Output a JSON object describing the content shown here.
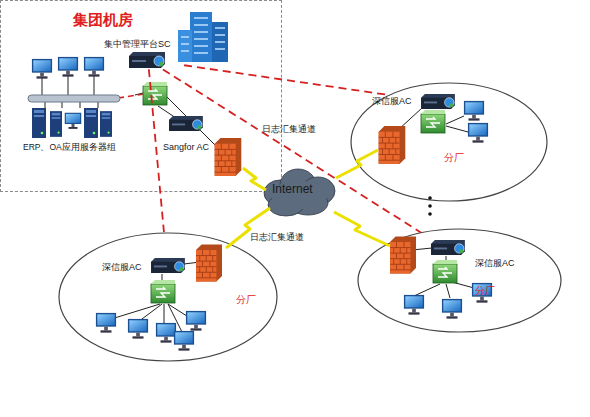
{
  "diagram": {
    "nodes": [
      {
        "text": [
          "集团机房"
        ]
      },
      {
        "text": [
          "集中管理平台SC"
        ],
        "in": 0
      },
      {
        "text": [
          "ERP、OA应用服务器组"
        ],
        "in": 0
      },
      {
        "text": [
          "Sangfor AC"
        ],
        "in": 0
      },
      {
        "text": [
          "Internet"
        ]
      },
      {
        "text": [
          "深信服AC",
          "分厂"
        ]
      },
      {
        "text": [
          "深信服AC",
          "分厂"
        ]
      },
      {
        "text": [
          "深信服AC",
          "分厂"
        ]
      }
    ],
    "edges": [
      {
        "from": 1,
        "to": 5,
        "arrow": "none",
        "label": "日志汇集通道"
      },
      {
        "from": 1,
        "to": 6,
        "arrow": "none",
        "label": "日志汇集通道"
      },
      {
        "from": 1,
        "to": 7,
        "arrow": "none"
      }
    ]
  }
}
